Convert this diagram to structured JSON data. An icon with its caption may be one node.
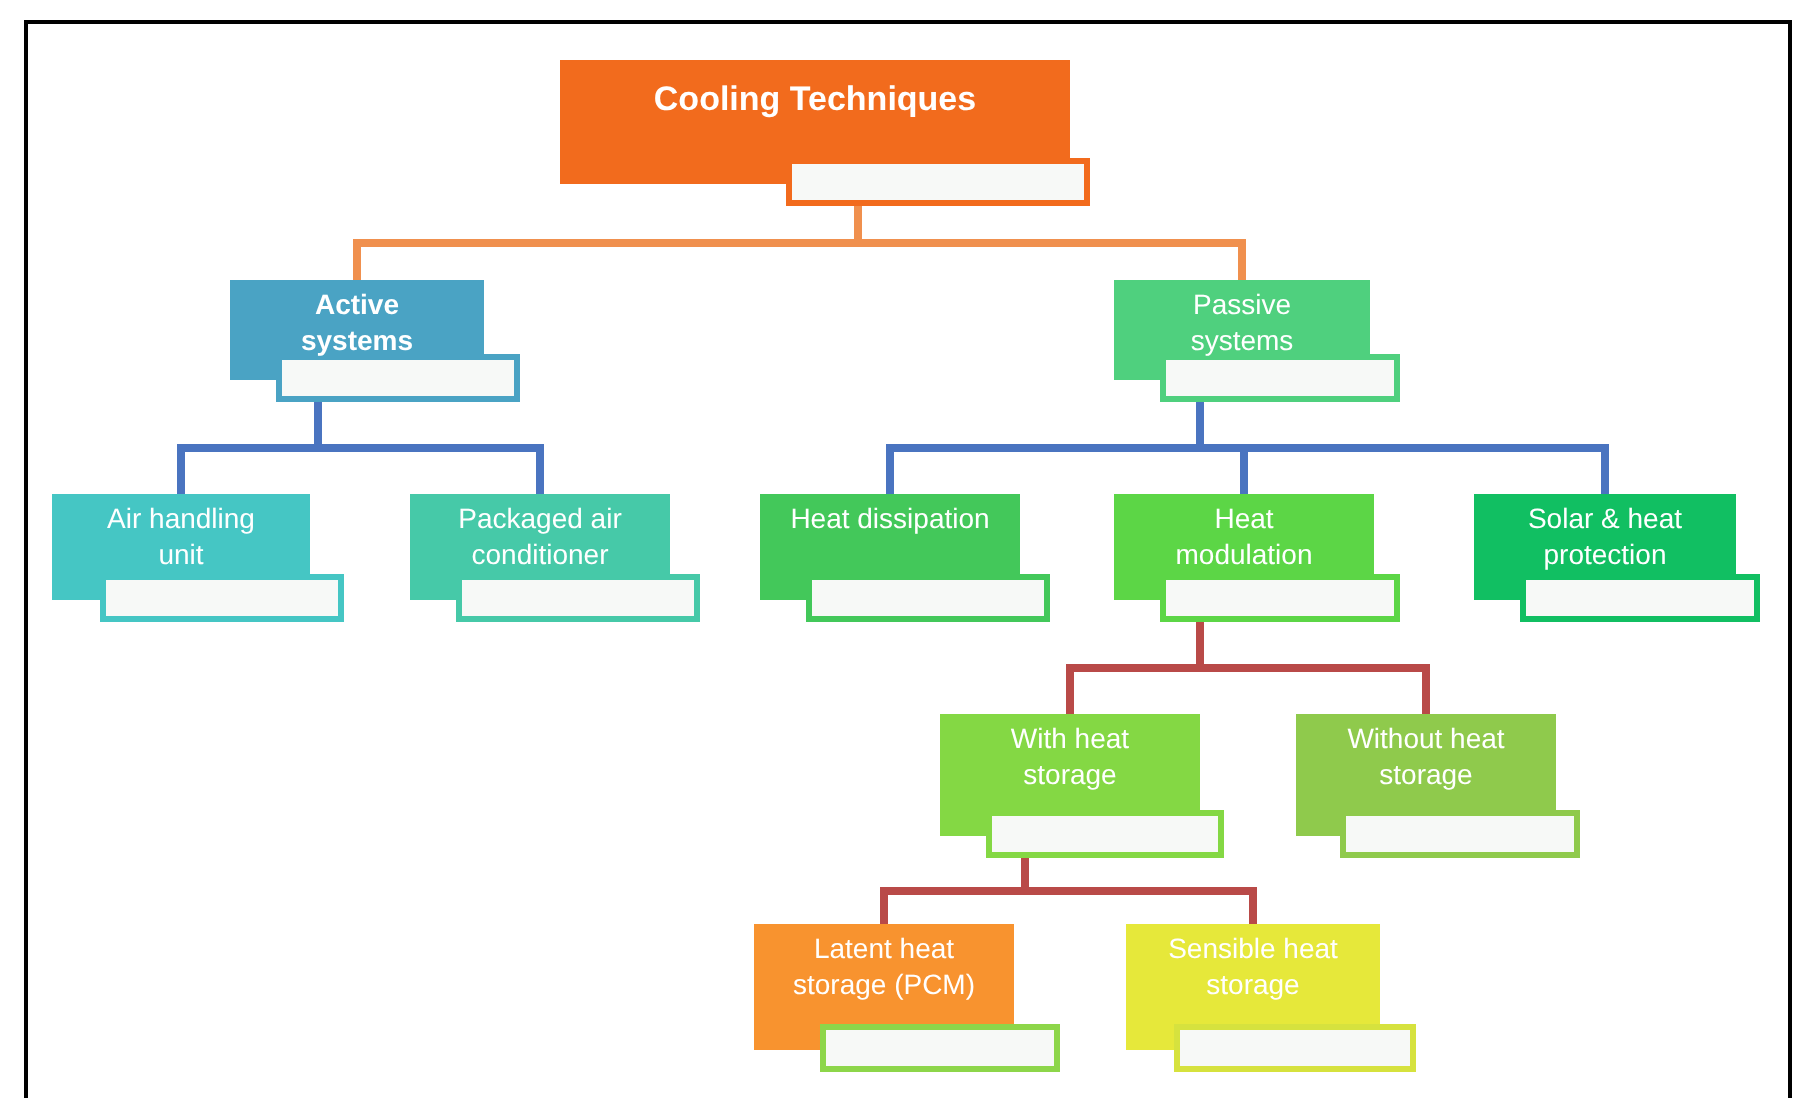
{
  "diagram": {
    "nodes": [
      {
        "text": [
          "Cooling Techniques"
        ]
      },
      {
        "text": [
          "Active systems"
        ]
      },
      {
        "text": [
          "Passive systems"
        ]
      },
      {
        "text": [
          "Air handling unit"
        ]
      },
      {
        "text": [
          "Packaged air conditioner"
        ]
      },
      {
        "text": [
          "Heat dissipation"
        ]
      },
      {
        "text": [
          "Heat modulation"
        ]
      },
      {
        "text": [
          "Solar & heat protection"
        ]
      },
      {
        "text": [
          "With heat storage"
        ]
      },
      {
        "text": [
          "Without heat storage"
        ]
      },
      {
        "text": [
          "Latent heat storage  (PCM)"
        ]
      },
      {
        "text": [
          "Sensible heat storage"
        ]
      }
    ],
    "edges": [
      {
        "from": 0,
        "to": 1,
        "arrow": "none",
        "color": "#f0904e"
      },
      {
        "from": 0,
        "to": 2,
        "arrow": "none",
        "color": "#f0904e"
      },
      {
        "from": 1,
        "to": 3,
        "arrow": "none"
      },
      {
        "from": 1,
        "to": 4,
        "arrow": "none"
      },
      {
        "from": 2,
        "to": 5,
        "arrow": "none"
      },
      {
        "from": 2,
        "to": 6,
        "arrow": "none"
      },
      {
        "from": 2,
        "to": 7,
        "arrow": "none"
      },
      {
        "from": 6,
        "to": 8,
        "arrow": "none",
        "color": "#b94a48"
      },
      {
        "from": 6,
        "to": 9,
        "arrow": "none",
        "color": "#b94a48"
      },
      {
        "from": 8,
        "to": 10,
        "arrow": "none",
        "color": "#b94a48"
      },
      {
        "from": 8,
        "to": 11,
        "arrow": "none",
        "color": "#b94a48"
      }
    ]
  }
}
